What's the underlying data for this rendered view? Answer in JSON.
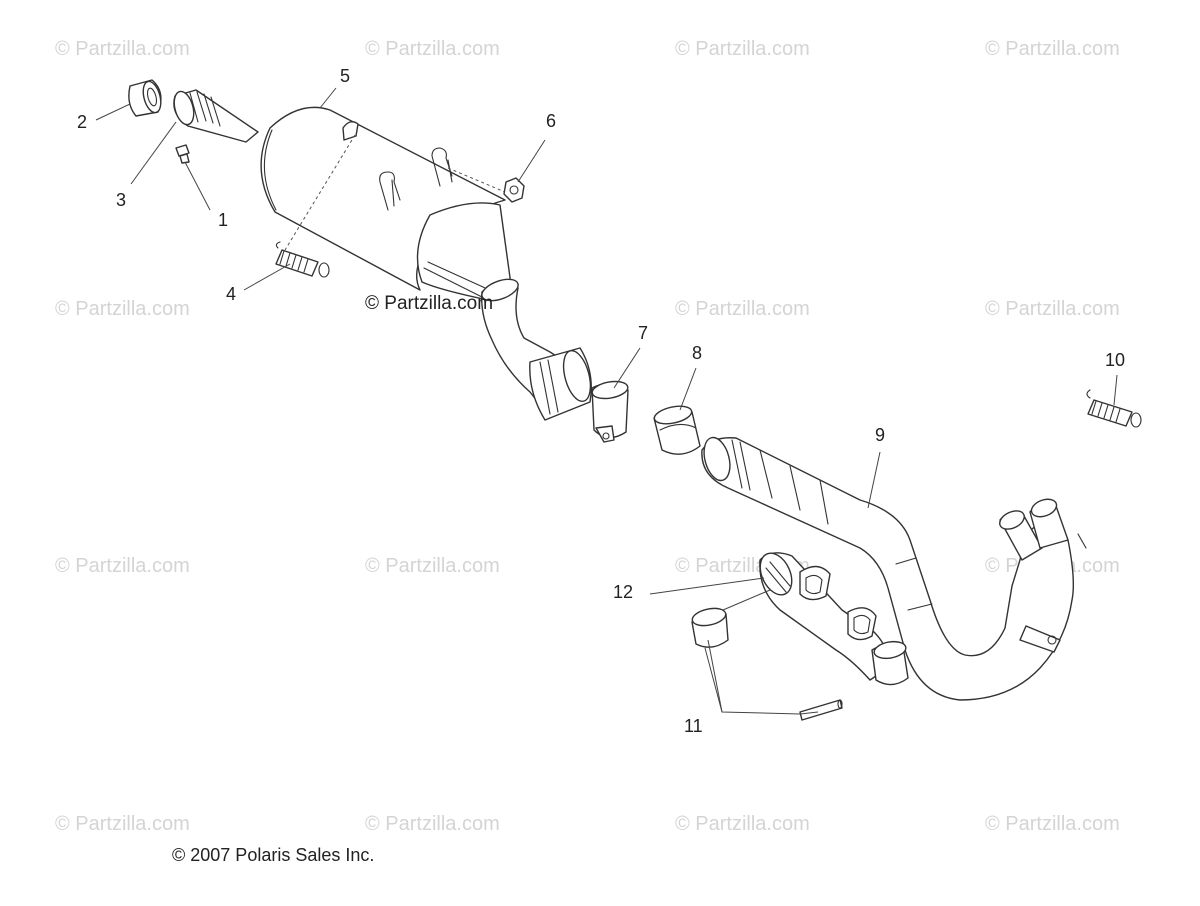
{
  "watermark_text": "© Partzilla.com",
  "center_watermark": "© Partzilla.com",
  "copyright": "© 2007 Polaris Sales Inc.",
  "callouts": {
    "c1": "1",
    "c2": "2",
    "c3": "3",
    "c4": "4",
    "c5": "5",
    "c6": "6",
    "c7": "7",
    "c8": "8",
    "c9": "9",
    "c10": "10",
    "c11": "11",
    "c12": "12"
  },
  "colors": {
    "line": "#333333",
    "watermark": "#d4d4d4",
    "background": "#ffffff"
  }
}
